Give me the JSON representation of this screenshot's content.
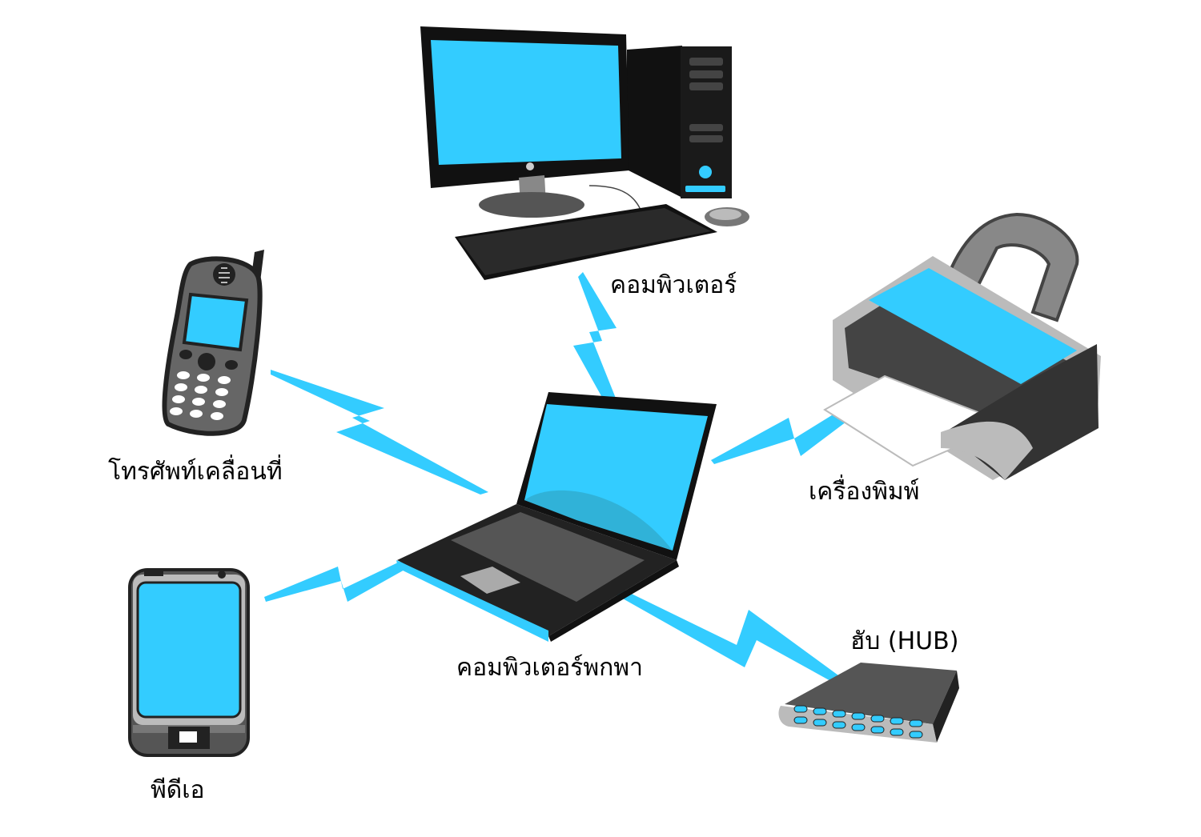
{
  "labels": {
    "desktop": "คอมพิวเตอร์",
    "mobile": "โทรศัพท์เคลื่อนที่",
    "printer": "เครื่องพิมพ์",
    "pda": "พีดีเอ",
    "laptop": "คอมพิวเตอร์พกพา",
    "hub": "ฮับ (HUB)"
  },
  "colors": {
    "screen": "#33ccff",
    "body_dark": "#222222",
    "body_gray": "#666666",
    "light_gray": "#bbbbbb"
  }
}
